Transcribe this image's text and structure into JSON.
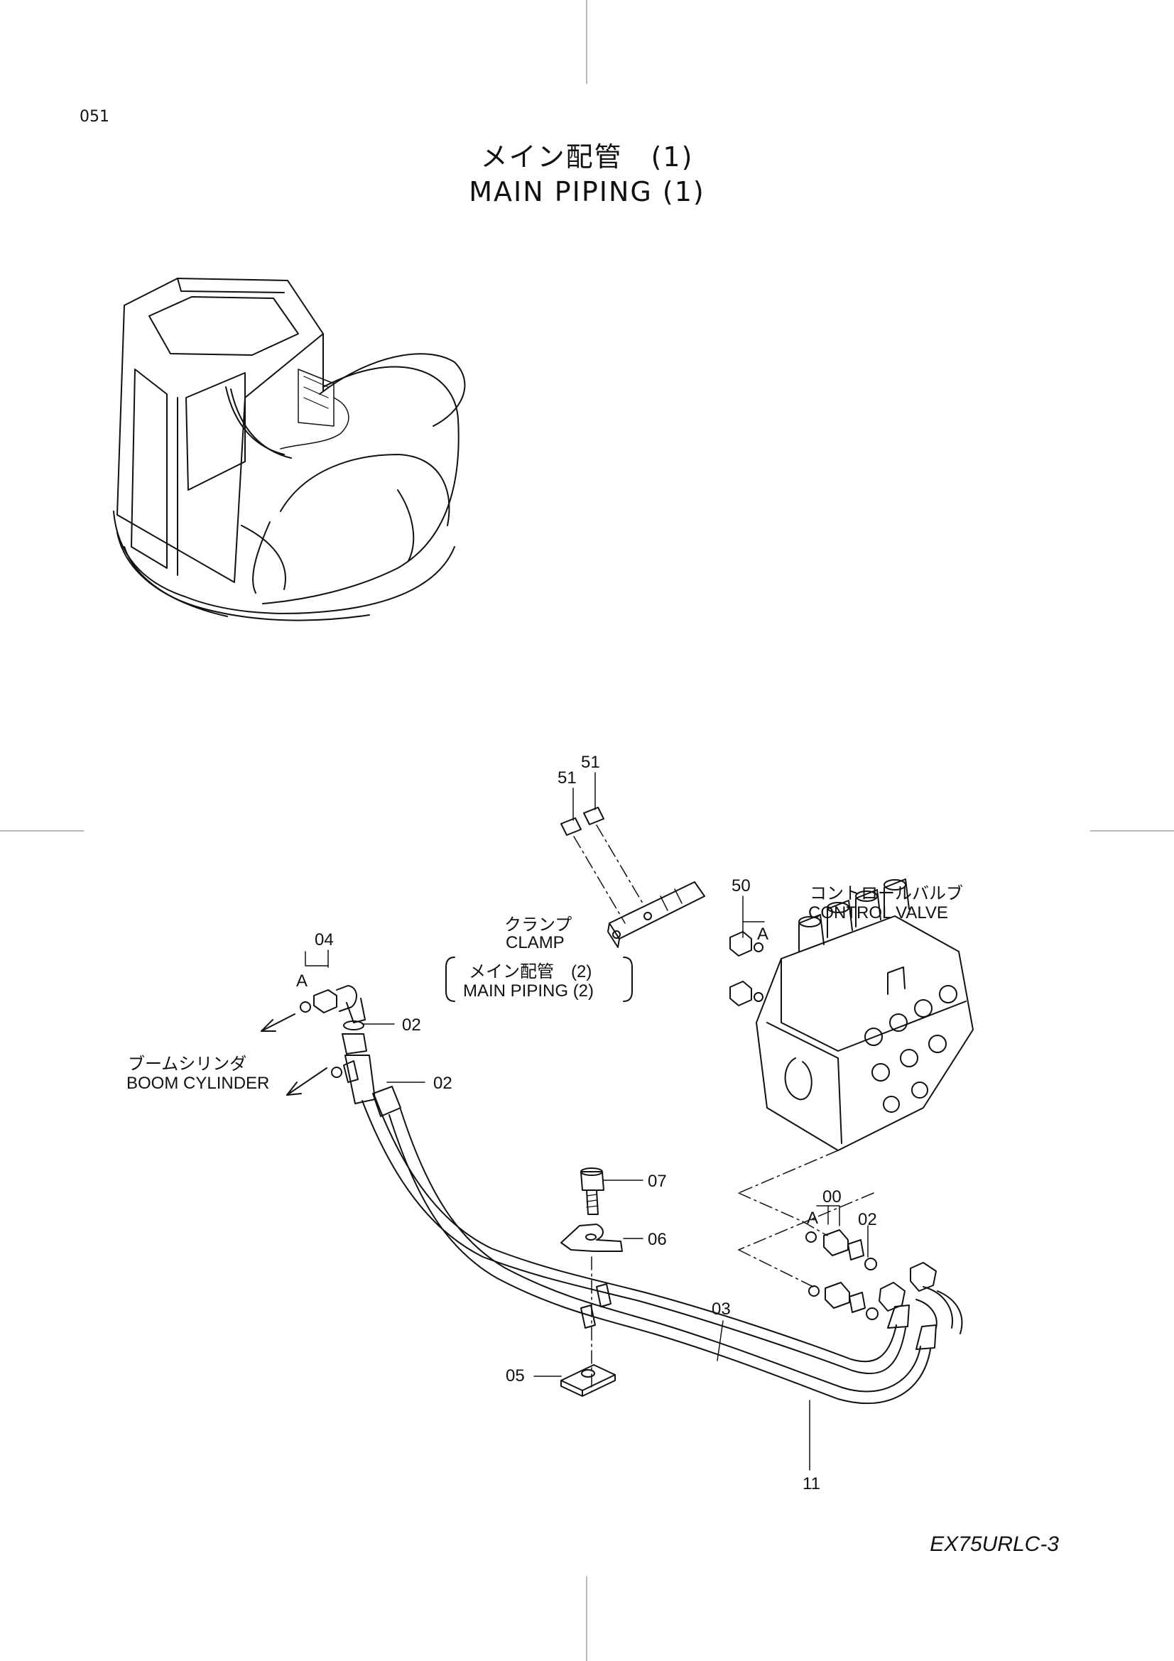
{
  "page_number": "051",
  "title_jp": "メイン配管　(1)",
  "title_en": "MAIN  PIPING  (1)",
  "model": "EX75URLC-3",
  "labels": {
    "control_valve_jp": "コントロールバルブ",
    "control_valve_en": "CONTROL  VALVE",
    "clamp_jp": "クランプ",
    "clamp_en": "CLAMP",
    "main_piping2_jp": "メイン配管　(2)",
    "main_piping2_en": "MAIN  PIPING (2)",
    "boom_cylinder_jp": "ブームシリンダ",
    "boom_cylinder_en": "BOOM CYLINDER"
  },
  "part_numbers": {
    "p51a": "51",
    "p51b": "51",
    "p50": "50",
    "p04": "04",
    "p02a": "02",
    "p02b": "02",
    "p07": "07",
    "p06": "06",
    "p00": "00",
    "p02c": "02",
    "p03": "03",
    "p05": "05",
    "p11": "11"
  },
  "view_markers": {
    "a1": "A",
    "a2": "A",
    "a3": "A"
  }
}
